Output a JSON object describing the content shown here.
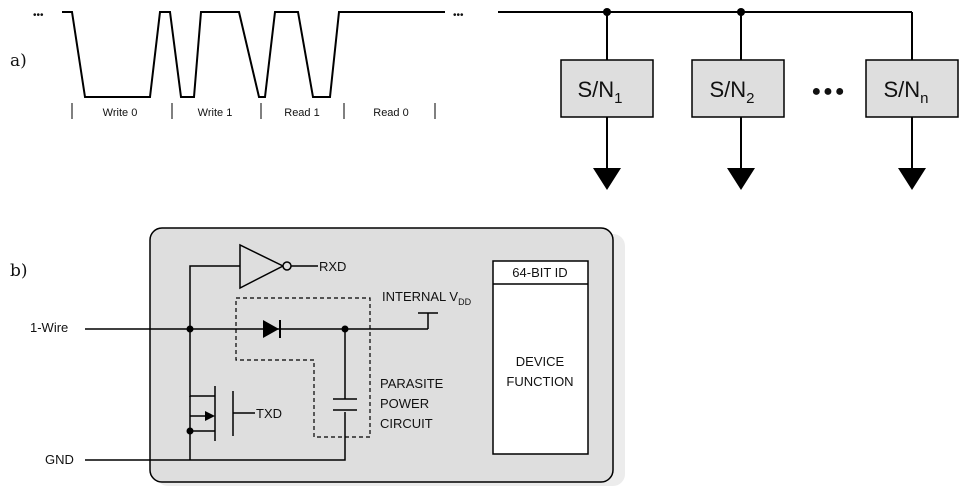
{
  "panel_a": {
    "label": "a)",
    "ellipsis_left": "•••",
    "ellipsis_right": "•••",
    "slots": [
      "Write 0",
      "Write 1",
      "Read 1",
      "Read 0"
    ],
    "slaves": [
      {
        "base": "S/N",
        "sub": "1"
      },
      {
        "base": "S/N",
        "sub": "2"
      },
      {
        "base": "S/N",
        "sub": "n"
      }
    ],
    "slave_dots": "●●●"
  },
  "panel_b": {
    "label": "b)",
    "bus_label": "1-Wire",
    "gnd_label": "GND",
    "rxd_label": "RXD",
    "txd_label": "TXD",
    "vdd_label": "INTERNAL V",
    "vdd_sub": "DD",
    "parasite_lines": [
      "PARASITE",
      "POWER",
      "CIRCUIT"
    ],
    "id_label": "64-BIT ID",
    "function_lines": [
      "DEVICE",
      "FUNCTION"
    ]
  },
  "colors": {
    "device_fill": "#dedede",
    "slave_fill": "#dedede",
    "ink": "#000000"
  }
}
